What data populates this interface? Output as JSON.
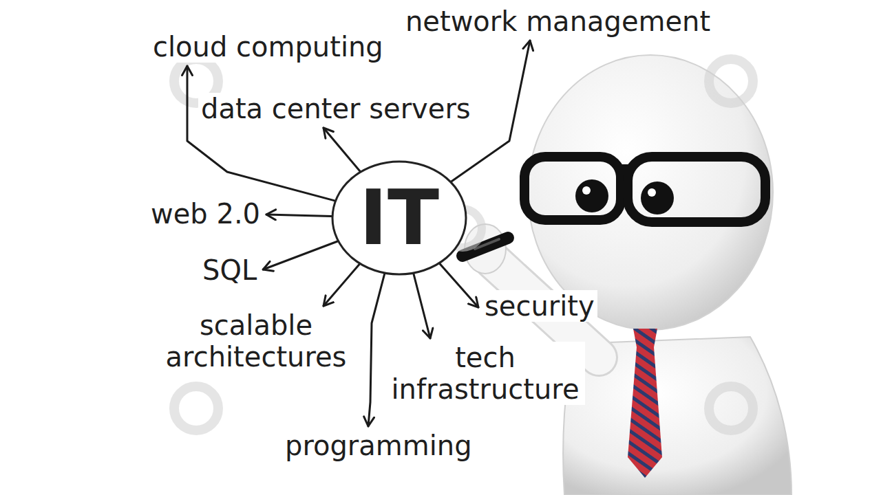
{
  "diagram": {
    "nodes": [
      {
        "text": [
          "IT"
        ]
      },
      {
        "text": [
          "cloud computing"
        ]
      },
      {
        "text": [
          "data center servers"
        ]
      },
      {
        "text": [
          "network management"
        ]
      },
      {
        "text": [
          "web 2.0"
        ]
      },
      {
        "text": [
          "SQL"
        ]
      },
      {
        "text": [
          "scalable architectures"
        ]
      },
      {
        "text": [
          "programming"
        ]
      },
      {
        "text": [
          "tech infrastructure"
        ]
      },
      {
        "text": [
          "security"
        ]
      }
    ],
    "edges": [
      {
        "from": 0,
        "to": 1,
        "arrow": "to"
      },
      {
        "from": 0,
        "to": 2,
        "arrow": "to"
      },
      {
        "from": 0,
        "to": 3,
        "arrow": "to"
      },
      {
        "from": 0,
        "to": 4,
        "arrow": "to"
      },
      {
        "from": 0,
        "to": 5,
        "arrow": "to"
      },
      {
        "from": 0,
        "to": 6,
        "arrow": "to"
      },
      {
        "from": 0,
        "to": 7,
        "arrow": "to"
      },
      {
        "from": 0,
        "to": 8,
        "arrow": "to"
      },
      {
        "from": 0,
        "to": 9,
        "arrow": "to"
      }
    ]
  }
}
